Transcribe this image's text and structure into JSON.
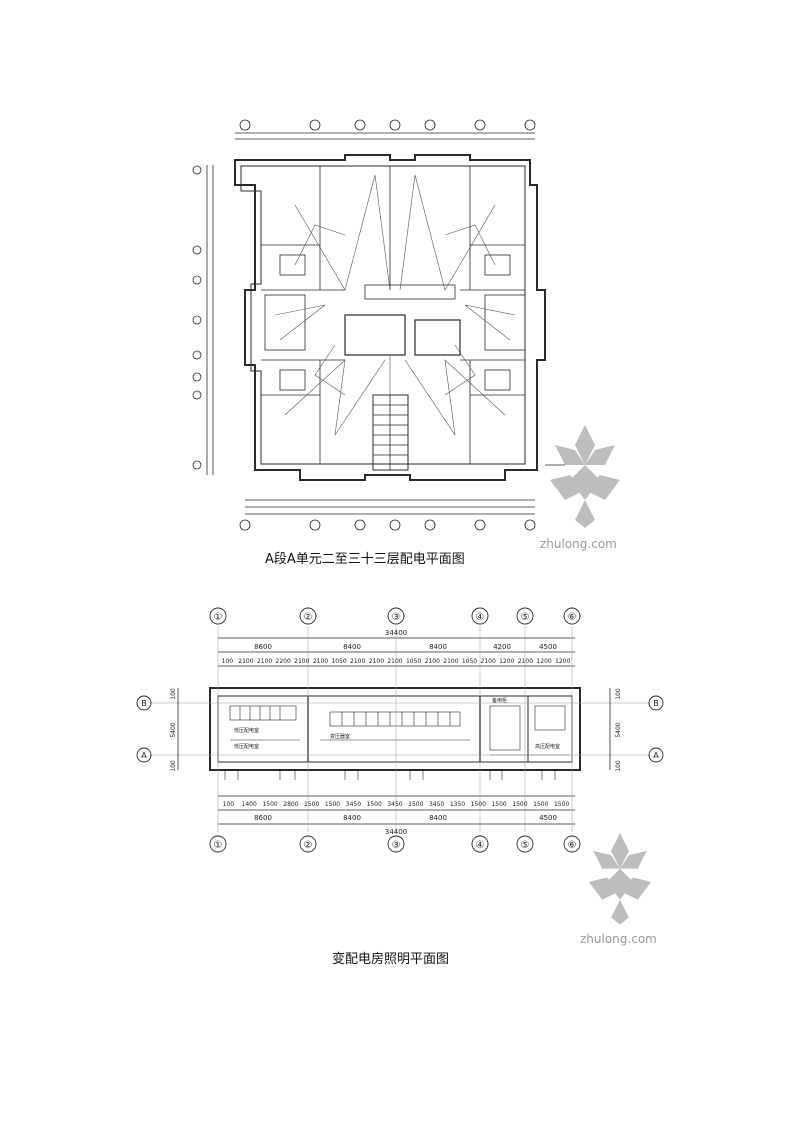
{
  "plan1": {
    "caption": "A段A单元二至三十三层配电平面图",
    "watermark": "zhulong.com"
  },
  "plan2": {
    "caption": "变配电房照明平面图",
    "watermark": "zhulong.com",
    "axes": [
      "①",
      "②",
      "③",
      "④",
      "⑤",
      "⑥"
    ],
    "rows": [
      "B",
      "A"
    ],
    "top_dims_outer": "34400",
    "top_dims_major": [
      "8600",
      "8400",
      "8400",
      "4200",
      "4500"
    ],
    "top_dims_minor": [
      "100",
      "2100",
      "2100",
      "2200",
      "2100",
      "2100",
      "1050",
      "2100",
      "2100",
      "2100",
      "1050",
      "2100",
      "2100",
      "1050",
      "2100",
      "1200",
      "2100",
      "1200",
      "1200"
    ],
    "bottom_dims_minor": [
      "100",
      "1400",
      "1500",
      "2800",
      "1500",
      "1500",
      "3450",
      "1500",
      "3450",
      "1500",
      "3450",
      "1350",
      "1500",
      "1500",
      "1500",
      "1500",
      "1500"
    ],
    "bottom_dims_major": [
      "8600",
      "8400",
      "8400",
      "4500"
    ],
    "bottom_dims_outer": "34400",
    "side_dims": [
      "100",
      "5400",
      "100"
    ],
    "room_labels": [
      "低压配电室",
      "低压配电室",
      "变压器室",
      "备用柜",
      "高压配电室"
    ]
  },
  "colors": {
    "line": "#2a2a2a",
    "light": "#777777",
    "watermark": "#a8a8a8"
  }
}
